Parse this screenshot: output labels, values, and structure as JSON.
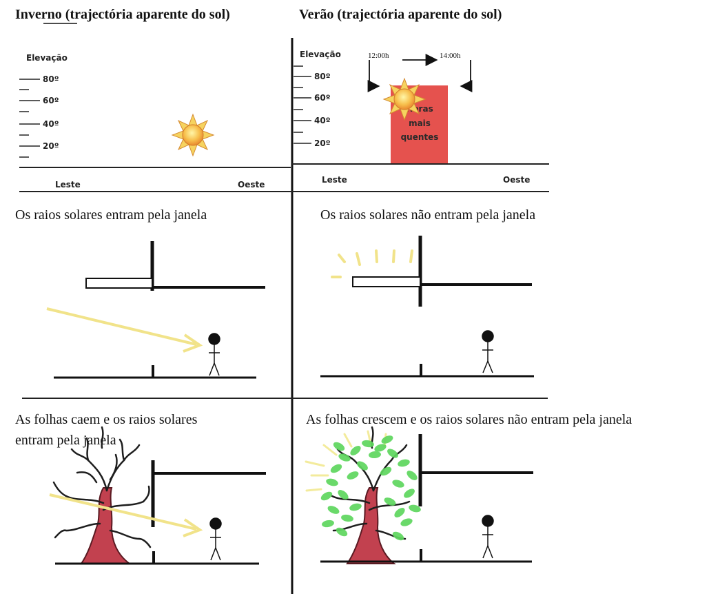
{
  "panels": {
    "winter_title": "Inverno (trajectória aparente do sol)",
    "summer_title": "Verão (trajectória aparente do sol)"
  },
  "elevation": {
    "label": "Elevação",
    "ticks": [
      "80º",
      "60º",
      "40º",
      "20º"
    ]
  },
  "directions": {
    "east": "Leste",
    "west": "Oeste"
  },
  "summer_time": {
    "start": "12:00h",
    "end": "14:00h",
    "hot_label_lines": [
      "Horas",
      "mais",
      "quentes"
    ]
  },
  "captions": {
    "winter_window": "Os raios solares entram pela janela",
    "summer_window": "Os raios solares não entram pela janela",
    "winter_tree_line1": "As folhas caem e os raios solares",
    "winter_tree_line2": "entram pela janela",
    "summer_tree": "As folhas crescem e os raios solares não entram pela janela"
  },
  "colors": {
    "line": "#222222",
    "sun_fill": "#f5a540",
    "sun_rays": "#f3d35a",
    "hot_box": "#e5524e",
    "ray_yellow": "#f1e38a",
    "trunk": "#c2414f",
    "leaves": "#5ed65e",
    "branches": "#1e1e1e"
  },
  "icons": [
    "sun-icon",
    "person-icon",
    "tree-icon",
    "window-sill-icon"
  ]
}
